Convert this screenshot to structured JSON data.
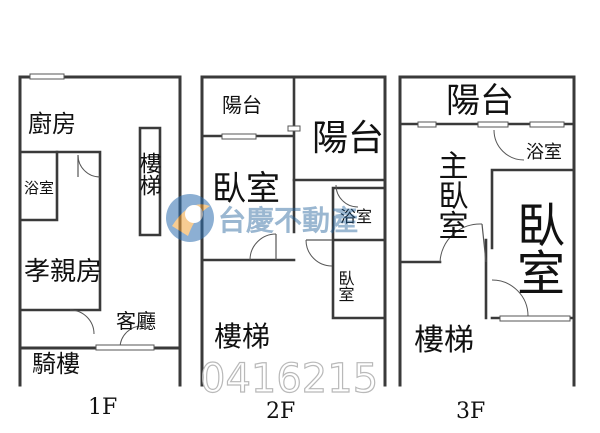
{
  "floor_plan": {
    "floors": [
      {
        "label": "1F",
        "rooms": [
          "廚房",
          "浴室",
          "孝親房",
          "樓梯",
          "客廳",
          "騎樓"
        ]
      },
      {
        "label": "2F",
        "rooms": [
          "陽台",
          "陽台",
          "臥室",
          "浴室",
          "臥室",
          "樓梯"
        ]
      },
      {
        "label": "3F",
        "rooms": [
          "陽台",
          "浴室",
          "主臥室",
          "臥室",
          "樓梯"
        ]
      }
    ]
  },
  "watermark": {
    "brand": "台慶不動產",
    "number": "0416215",
    "logo_color": "#2f6fb0",
    "logo_accent": "#f2a33a"
  }
}
